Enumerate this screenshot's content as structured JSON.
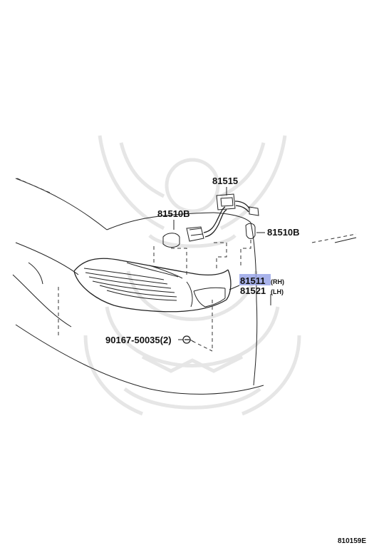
{
  "labels": {
    "wire_harness": "81515",
    "bulb_left": "81510B",
    "bulb_right": "81510B",
    "lamp_rh_number": "81511",
    "lamp_rh_suffix": "(RH)",
    "lamp_lh_number": "81521",
    "lamp_lh_suffix": "(LH)",
    "screw": "90167-50035(2)"
  },
  "reference_code": "810159E",
  "colors": {
    "highlight": "#9aa6e8",
    "line": "#222222",
    "watermark": "#e6e6e6"
  }
}
